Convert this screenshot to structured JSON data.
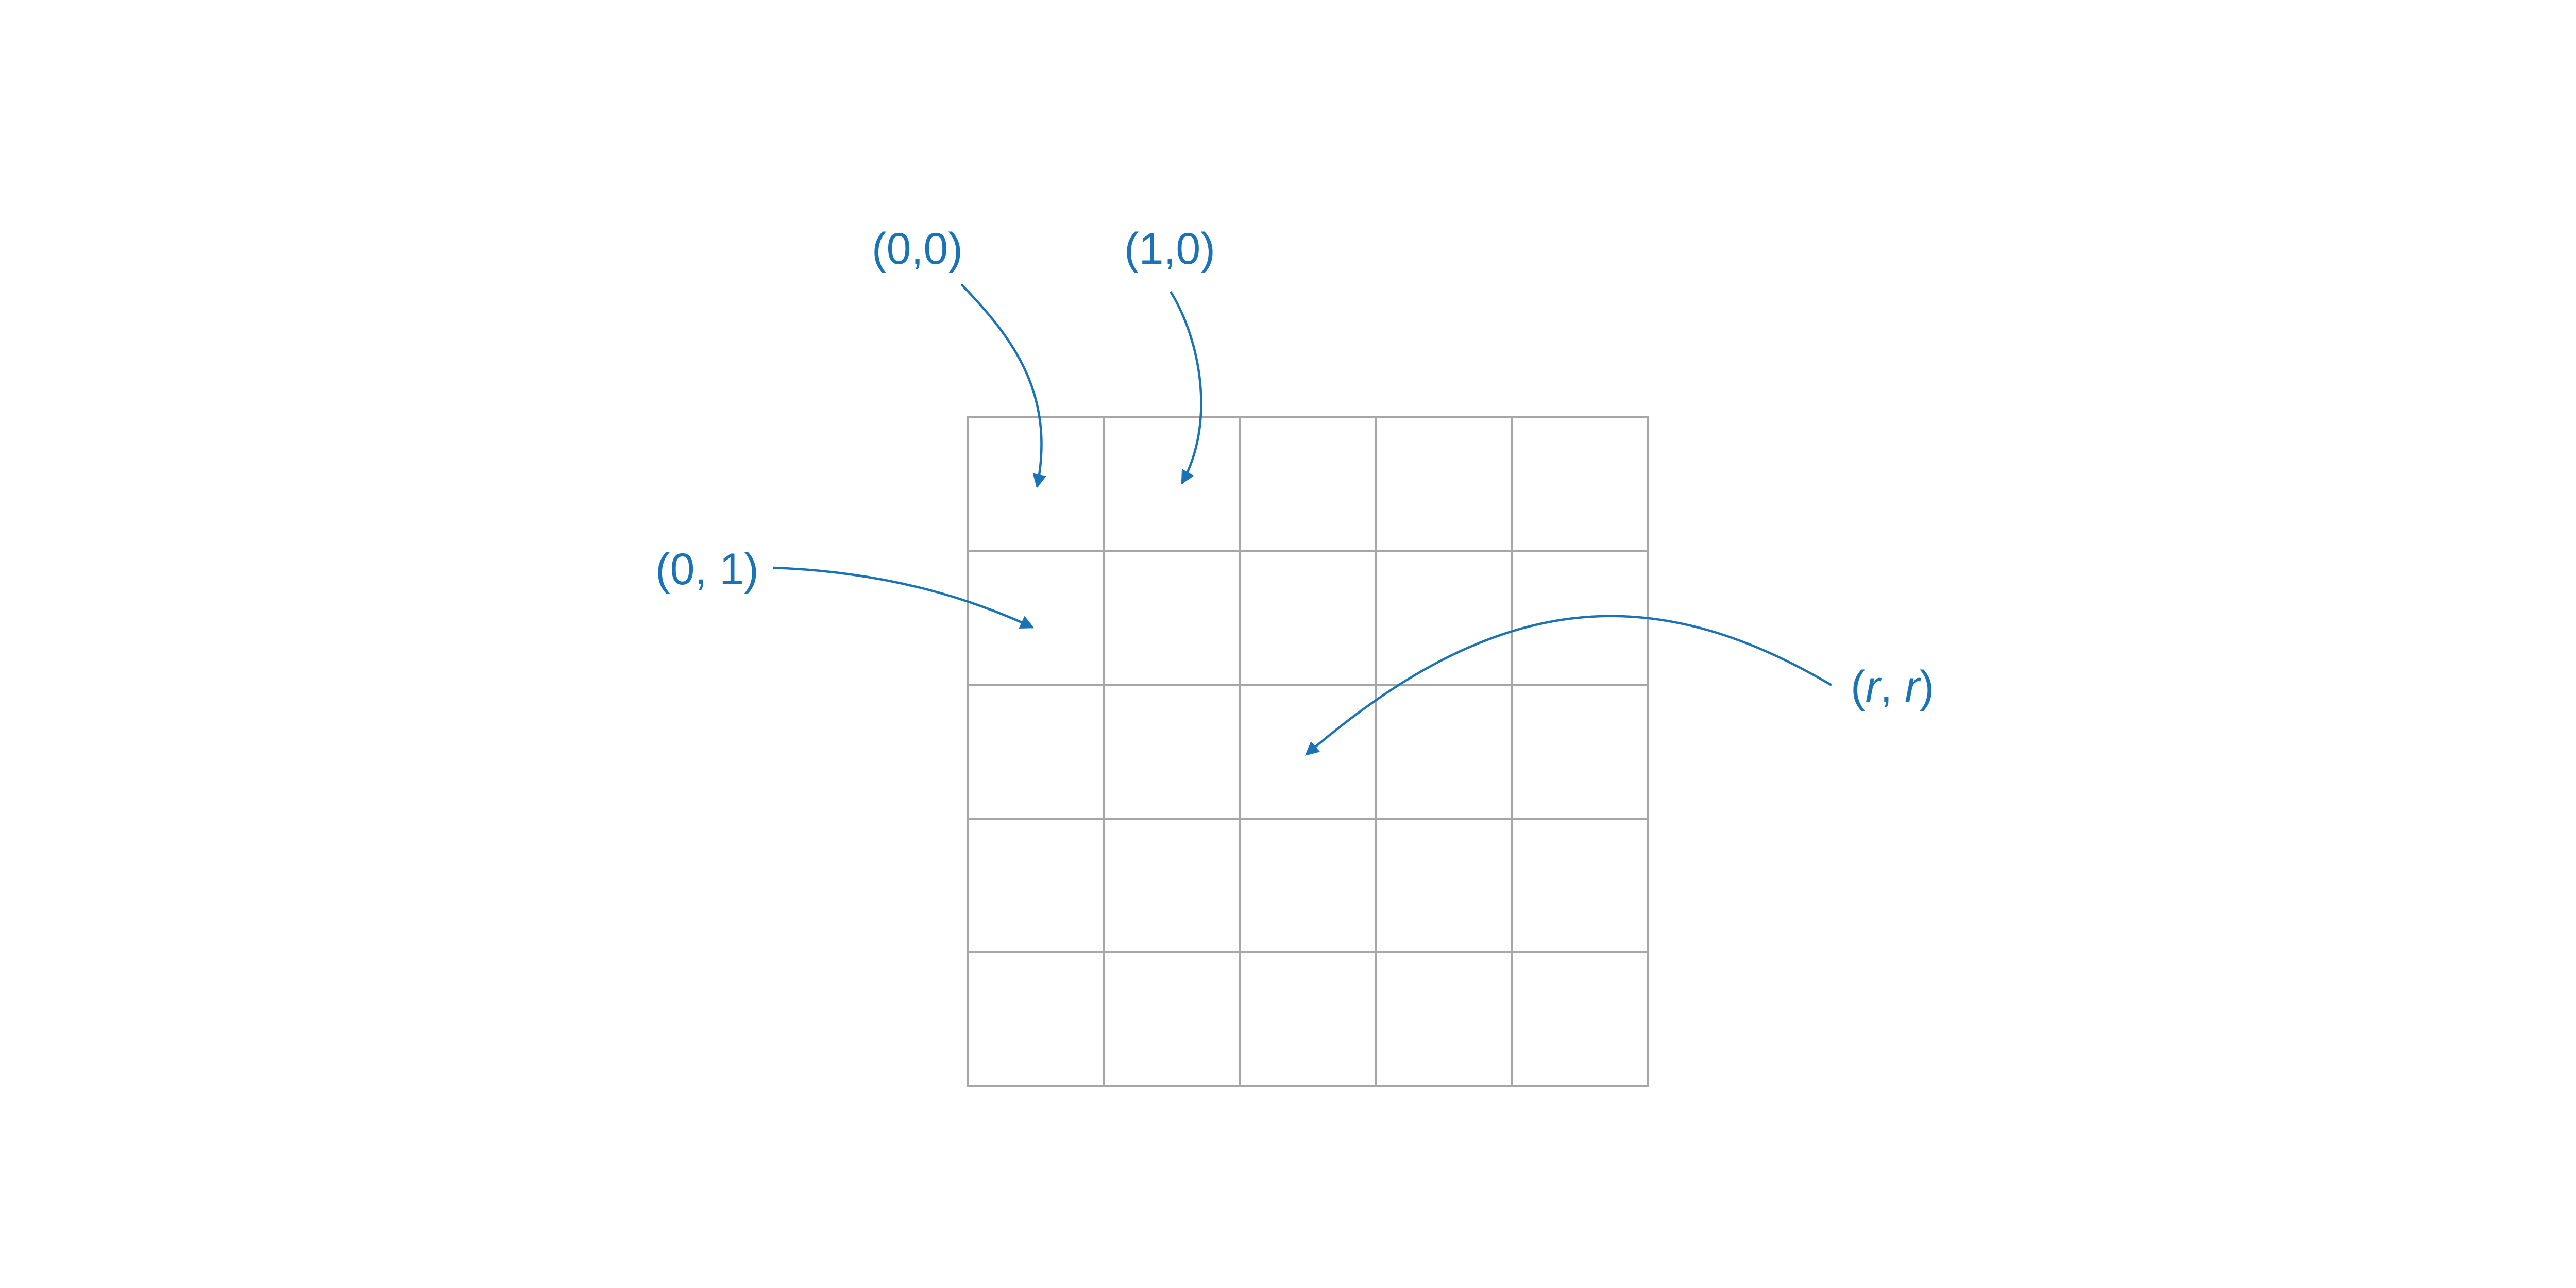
{
  "diagram": {
    "rows": 5,
    "cols": 5,
    "grid_color": "#a6a6a6",
    "accent_color": "#1a73b5",
    "labels": {
      "cell_0_0": {
        "open": "(",
        "text": "0,0",
        "close": ")"
      },
      "cell_1_0": {
        "open": "(",
        "text": "1,0",
        "close": ")"
      },
      "cell_0_1": {
        "open": "(",
        "text": "0, 1",
        "close": ")"
      },
      "cell_r_r": {
        "open": "(",
        "var1": "r",
        "sep": ", ",
        "var2": "r",
        "close": ")"
      }
    }
  }
}
